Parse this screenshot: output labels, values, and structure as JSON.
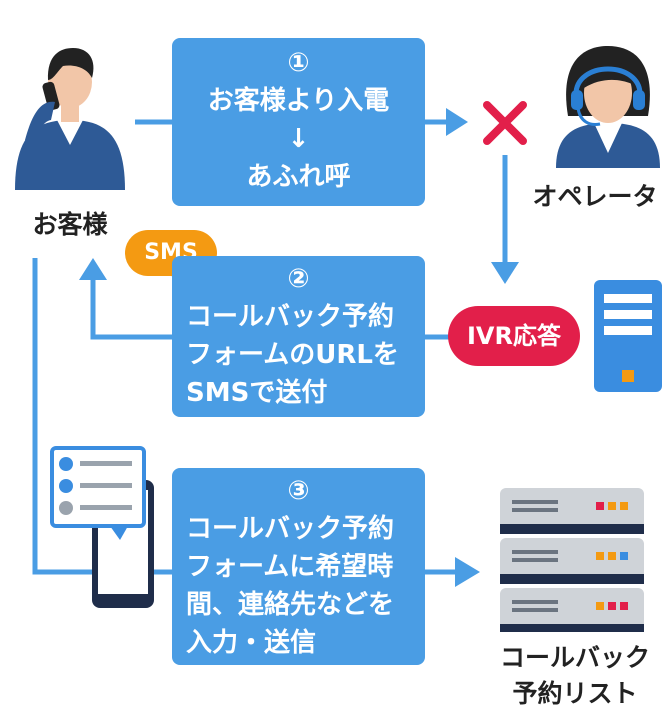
{
  "customer_label": "お客様",
  "operator_label": "オペレータ",
  "list_label_1": "コールバック",
  "list_label_2": "予約リスト",
  "ivr_label": "IVR応答",
  "sms_label": "SMS",
  "step1": {
    "num": "①",
    "line1": "お客様より入電",
    "arrow": "↓",
    "line2": "あふれ呼"
  },
  "step2": {
    "num": "②",
    "lines": [
      "コールバック予約",
      "フォームのURLを",
      "SMSで送付"
    ]
  },
  "step3": {
    "num": "③",
    "lines": [
      "コールバック予約",
      "フォームに希望時",
      "間、連絡先などを",
      "入力・送信"
    ]
  },
  "colors": {
    "box": "#4a9de4",
    "line": "#4a9de4",
    "ivr": "#e21f4a",
    "sms": "#f49a12",
    "cross": "#e21f4a"
  },
  "icons": [
    "customer-phone-icon",
    "operator-headset-icon",
    "cross-icon",
    "ivr-server-icon",
    "smartphone-checklist-icon",
    "server-rack-icon"
  ]
}
